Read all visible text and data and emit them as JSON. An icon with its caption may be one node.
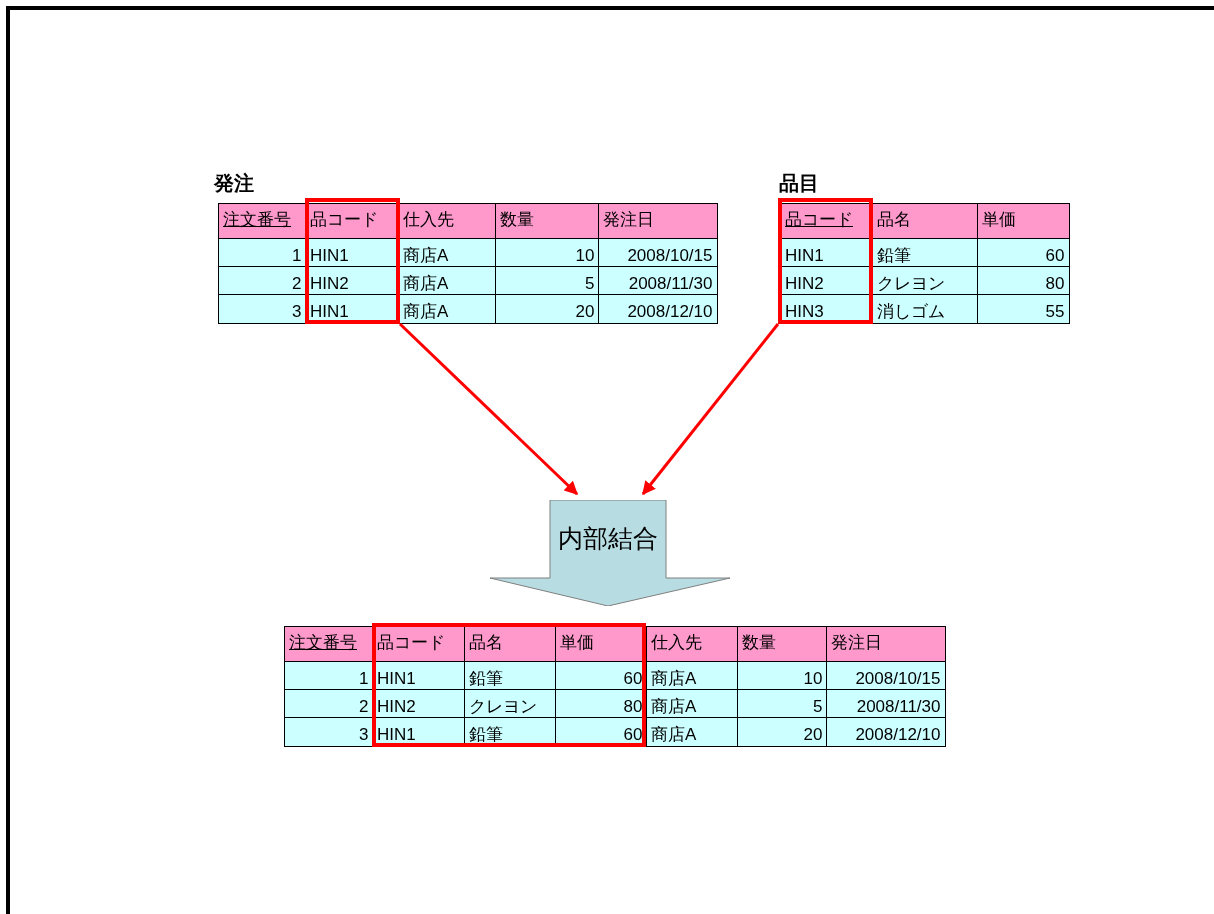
{
  "diagram": {
    "nodes": [
      {
        "text": [],
        "shape": "box"
      },
      {
        "text": [],
        "shape": "box"
      },
      {
        "text": [
          "内部結合"
        ]
      },
      {
        "text": [],
        "shape": "box"
      }
    ],
    "edges": [
      {
        "from": 0,
        "to": 2,
        "arrow": "to"
      },
      {
        "from": 1,
        "to": 2,
        "arrow": "to"
      }
    ],
    "labels": [
      "発注",
      "注文番号",
      "品コード",
      "仕入先",
      "数量",
      "発注日",
      "1",
      "HIN1",
      "商店A",
      "10",
      "2008/10/15",
      "2",
      "HIN2",
      "商店A",
      "5",
      "2008/11/30",
      "3",
      "HIN1",
      "商店A",
      "20",
      "2008/12/10",
      "品目",
      "品コード",
      "品名",
      "単価",
      "HIN1",
      "鉛筆",
      "60",
      "HIN2",
      "クレヨン",
      "80",
      "HIN3",
      "消しゴム",
      "55",
      "注文番号",
      "品コード",
      "品名",
      "単価",
      "仕入先",
      "数量",
      "発注日",
      "1",
      "HIN1",
      "鉛筆",
      "60",
      "商店A",
      "10",
      "2008/10/15",
      "2",
      "HIN2",
      "クレヨン",
      "80",
      "商店A",
      "5",
      "2008/11/30",
      "3",
      "HIN1",
      "鉛筆",
      "60",
      "商店A",
      "20",
      "2008/12/10"
    ]
  }
}
